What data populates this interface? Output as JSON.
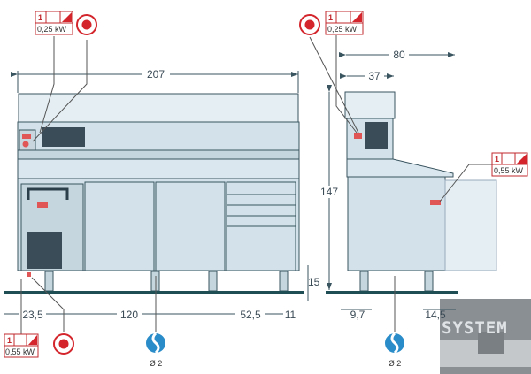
{
  "front_view": {
    "width_dim": "207",
    "dims_bottom": [
      "23,5",
      "120",
      "52,5",
      "11"
    ],
    "leg_height_dim": "15",
    "power_top": {
      "phase": "1",
      "value": "0,25 kW"
    },
    "power_bottom": {
      "phase": "1",
      "value": "0,55 kW"
    },
    "water_label": "Ø 2"
  },
  "side_view": {
    "depth_dim": "80",
    "upper_depth_dim": "37",
    "height_dim": "147",
    "dims_bottom": [
      "9,7",
      "14,5"
    ],
    "power_top": {
      "phase": "1",
      "value": "0,25 kW"
    },
    "power_side": {
      "phase": "1",
      "value": "0,55 kW"
    },
    "water_label": "Ø 2"
  },
  "logo": {
    "text": "SYSTEM"
  },
  "colors": {
    "body": "#d3e2ea",
    "line": "#3a5560",
    "floor": "#1f4f55",
    "red": "#d3252b",
    "water": "#2a8cc8"
  }
}
